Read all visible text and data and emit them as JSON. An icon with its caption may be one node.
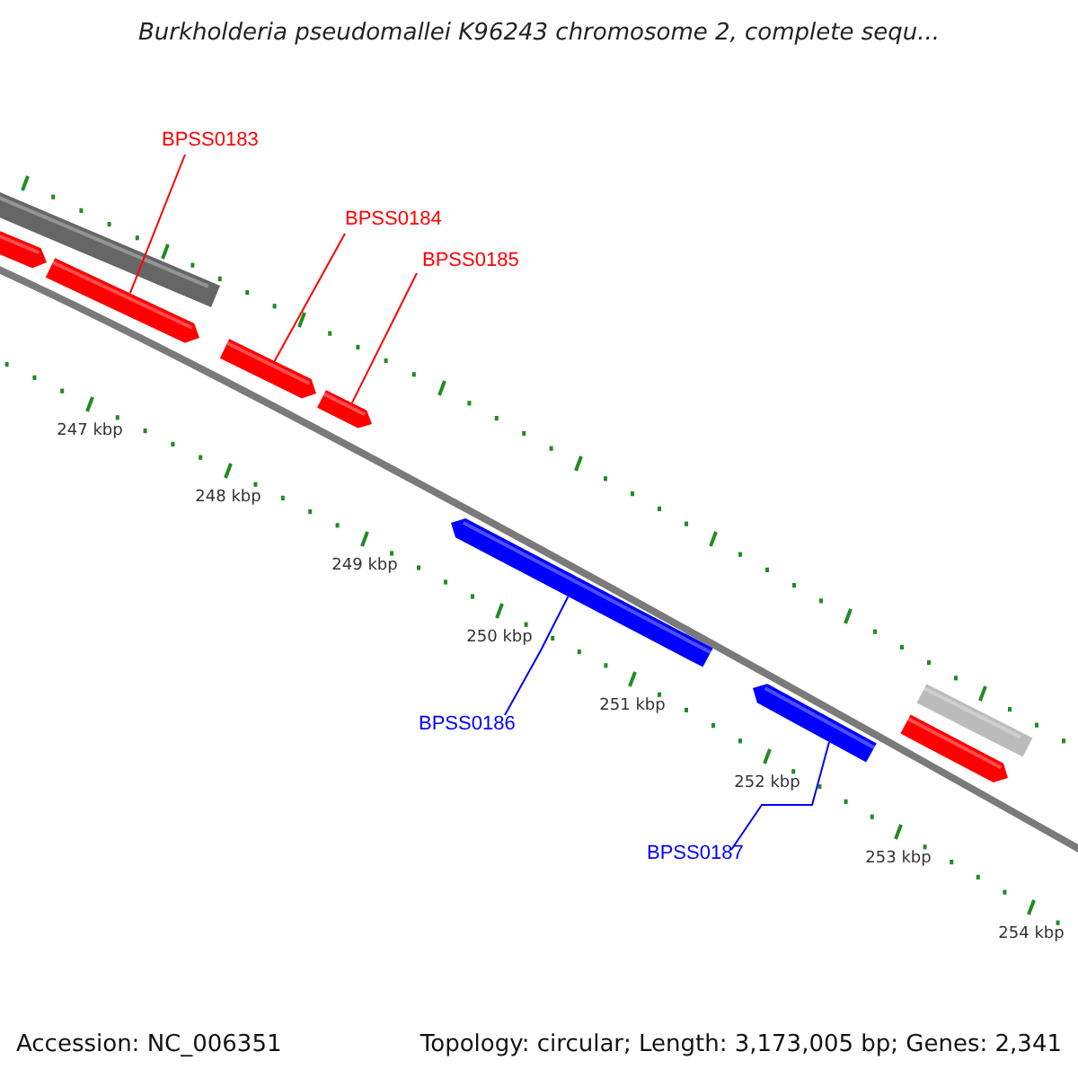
{
  "diagram": {
    "title": "Burkholderia pseudomallei K96243 chromosome 2, complete sequ...",
    "nodes": [
      {
        "text": [
          "BPSS0183"
        ]
      },
      {
        "text": [
          "BPSS0184"
        ]
      },
      {
        "text": [
          "BPSS0185"
        ]
      },
      {
        "text": [
          "BPSS0186"
        ]
      },
      {
        "text": [
          "BPSS0187"
        ]
      },
      {
        "text": [],
        "shape": "bar"
      },
      {
        "text": [],
        "shape": "arrow"
      },
      {
        "text": [],
        "shape": "arrow"
      },
      {
        "text": [],
        "shape": "arrow"
      },
      {
        "text": [],
        "shape": "arrow"
      },
      {
        "text": [],
        "shape": "arrow"
      },
      {
        "text": [],
        "shape": "arrow"
      },
      {
        "text": [],
        "shape": "bar"
      },
      {
        "text": [],
        "shape": "arrow"
      }
    ],
    "edges": [
      {
        "from": 0,
        "to": 7,
        "arrow": "none"
      },
      {
        "from": 1,
        "to": 8,
        "arrow": "none"
      },
      {
        "from": 2,
        "to": 9,
        "arrow": "none"
      },
      {
        "from": 3,
        "to": 10,
        "arrow": "none",
        "color": "#0000ff"
      },
      {
        "from": 4,
        "to": 11,
        "arrow": "none",
        "color": "#0000ff"
      }
    ],
    "labels": [
      "247 kbp",
      "248 kbp",
      "249 kbp",
      "250 kbp",
      "251 kbp",
      "252 kbp",
      "253 kbp",
      "254 kbp",
      "Accession: NC_006351",
      "Topology: circular; Length: 3,173,005 bp; Genes: 2,341"
    ]
  }
}
